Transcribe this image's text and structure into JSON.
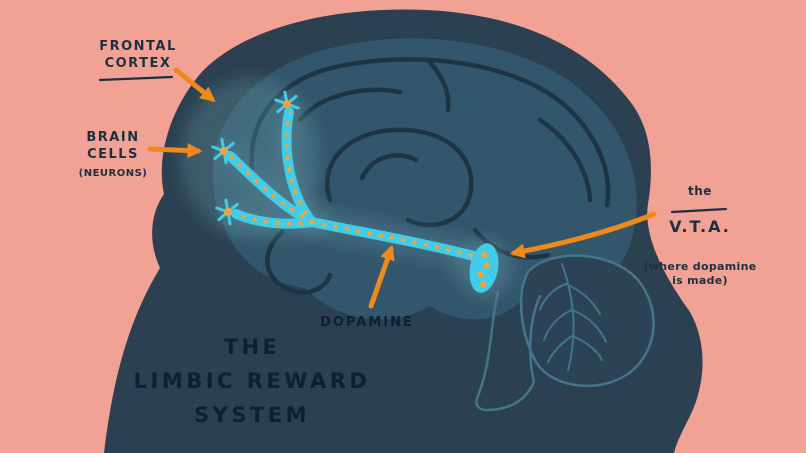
{
  "colors": {
    "background": "#f2a294",
    "head": "#2b4051",
    "brain": "#32566b",
    "fold": "#1d3543",
    "cerebellum_fill": "#2c4355",
    "cerebellum_line": "#44758b",
    "glow": "#6fa7b5",
    "pathway": "#41cde9",
    "dopamine_dot": "#f2a33c",
    "arrow": "#ee8a1d",
    "label_text": "#1c3140",
    "dark_text": "#0d2130"
  },
  "labels": {
    "frontal_cortex": "FRONTAL\nCORTEX",
    "brain_cells": "BRAIN\nCELLS",
    "brain_cells_sub": "(NEURONS)",
    "dopamine": "DOPAMINE",
    "vta_the": "the",
    "vta_name": "V.T.A.",
    "vta_sub": "(where dopamine\nis made)"
  },
  "title": {
    "line1": "THE",
    "line2": "LIMBIC REWARD",
    "line3": "SYSTEM"
  }
}
